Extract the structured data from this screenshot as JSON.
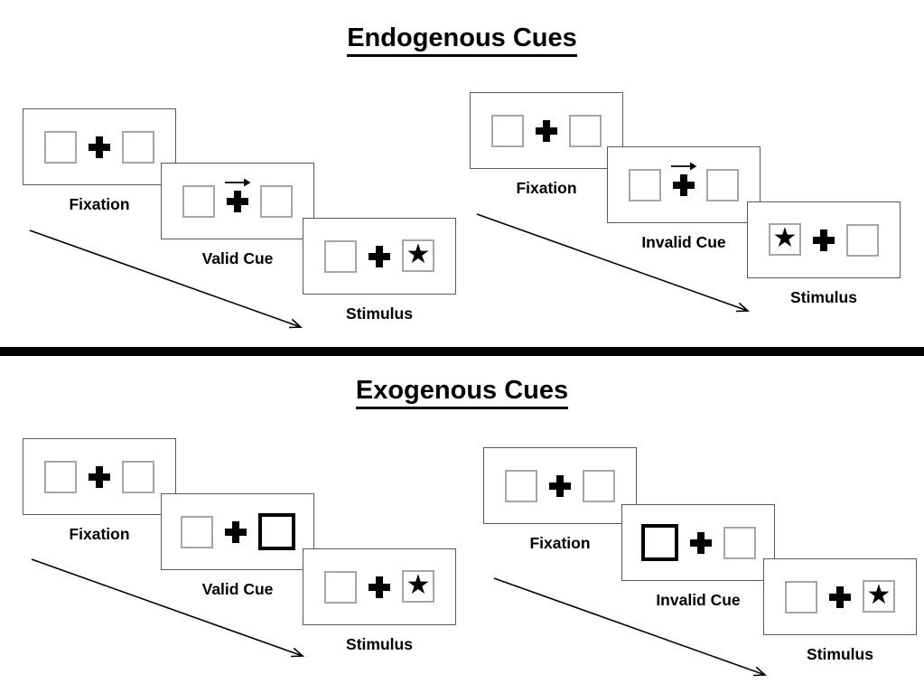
{
  "colors": {
    "background": "#ffffff",
    "panel_border": "#595959",
    "box_border": "#a6a6a6",
    "cue_box_border": "#000000",
    "ink": "#000000",
    "divider": "#000000"
  },
  "icons": {
    "star": "★",
    "plus": "plus-cross",
    "cue_arrow_direction": "right"
  },
  "sections": [
    {
      "title": "Endogenous Cues",
      "sequences": [
        {
          "name": "valid",
          "panels": [
            {
              "label": "Fixation",
              "left_box": "plain",
              "right_box": "plain",
              "cue_arrow": null
            },
            {
              "label": "Valid Cue",
              "left_box": "plain",
              "right_box": "plain",
              "cue_arrow": "right"
            },
            {
              "label": "Stimulus",
              "left_box": "plain",
              "right_box": "star",
              "cue_arrow": null
            }
          ]
        },
        {
          "name": "invalid",
          "panels": [
            {
              "label": "Fixation",
              "left_box": "plain",
              "right_box": "plain",
              "cue_arrow": null
            },
            {
              "label": "Invalid Cue",
              "left_box": "plain",
              "right_box": "plain",
              "cue_arrow": "right"
            },
            {
              "label": "Stimulus",
              "left_box": "star",
              "right_box": "plain",
              "cue_arrow": null
            }
          ]
        }
      ]
    },
    {
      "title": "Exogenous Cues",
      "sequences": [
        {
          "name": "valid",
          "panels": [
            {
              "label": "Fixation",
              "left_box": "plain",
              "right_box": "plain",
              "cue_arrow": null
            },
            {
              "label": "Valid Cue",
              "left_box": "plain",
              "right_box": "thick",
              "cue_arrow": null
            },
            {
              "label": "Stimulus",
              "left_box": "plain",
              "right_box": "star",
              "cue_arrow": null
            }
          ]
        },
        {
          "name": "invalid",
          "panels": [
            {
              "label": "Fixation",
              "left_box": "plain",
              "right_box": "plain",
              "cue_arrow": null
            },
            {
              "label": "Invalid Cue",
              "left_box": "thick",
              "right_box": "plain",
              "cue_arrow": null
            },
            {
              "label": "Stimulus",
              "left_box": "plain",
              "right_box": "star",
              "cue_arrow": null
            }
          ]
        }
      ]
    }
  ]
}
